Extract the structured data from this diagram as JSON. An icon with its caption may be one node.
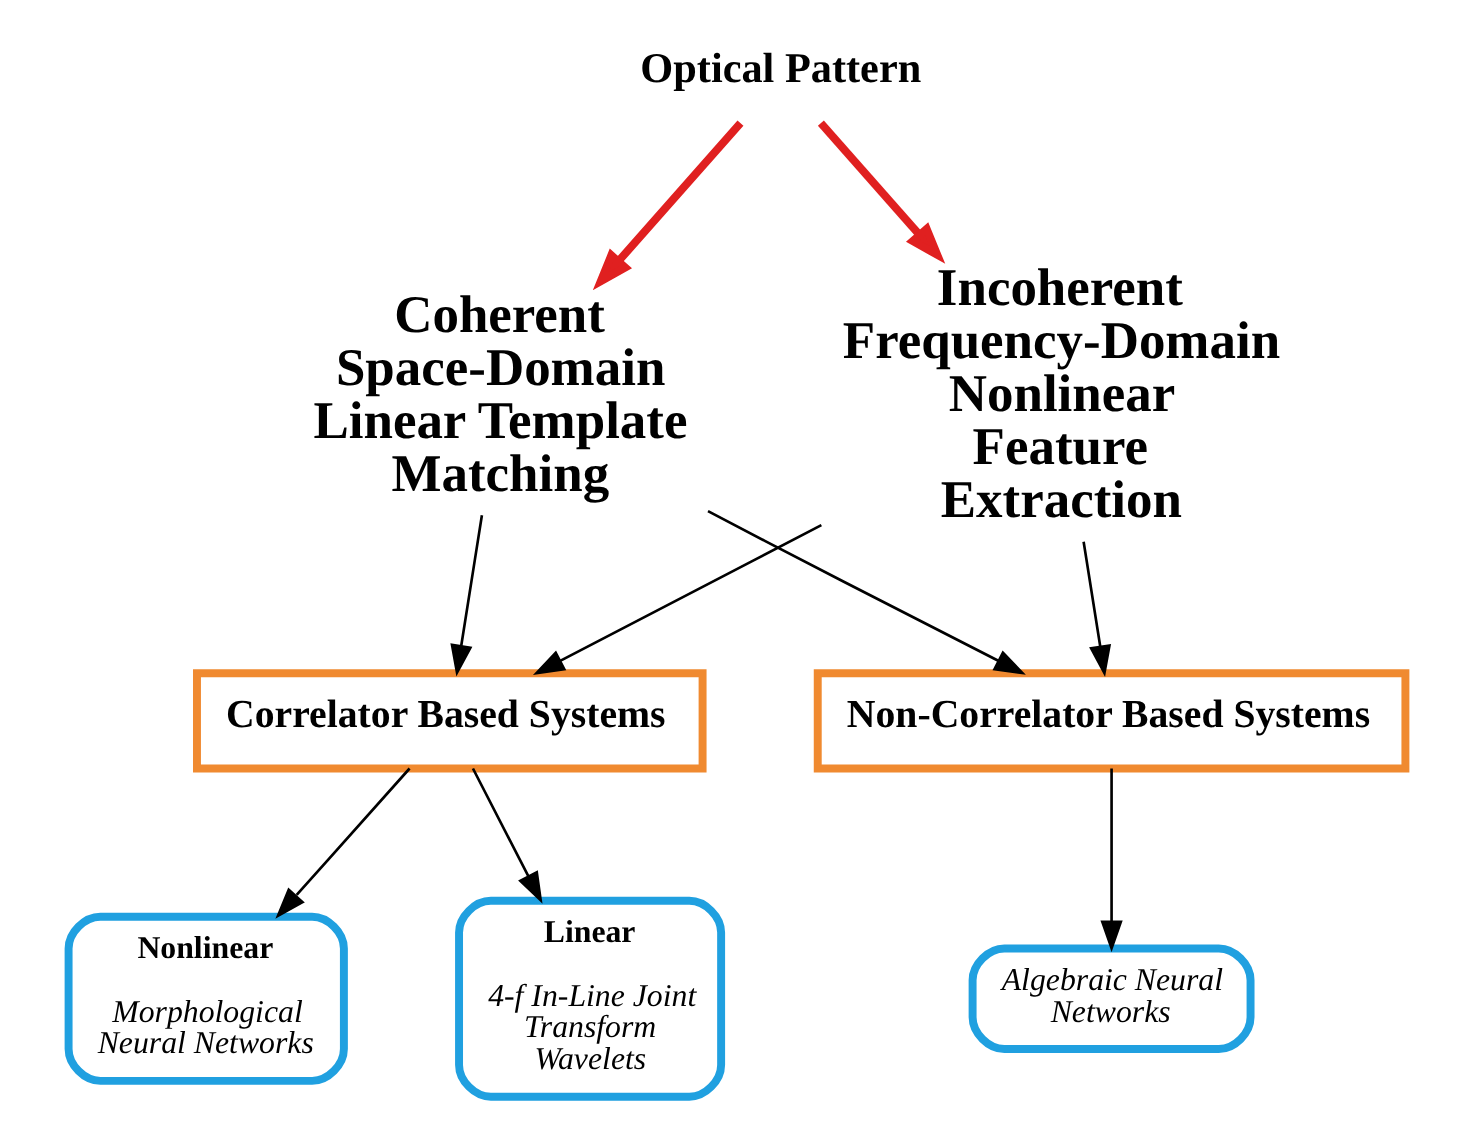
{
  "diagram": {
    "nodes": [
      {
        "text": [
          "Optical Pattern"
        ]
      },
      {
        "text": [
          "Coherent Space-Domain Linear Template Matching"
        ]
      },
      {
        "text": [
          "Incoherent Frequency-Domain Nonlinear Feature Extraction"
        ]
      },
      {
        "text": [
          "Correlator Based Systems"
        ]
      },
      {
        "text": [
          "Non-Correlator Based Systems"
        ]
      },
      {
        "text": [
          "Linear",
          "4-f In-Line Joint Transform Wavelets"
        ]
      },
      {
        "text": [
          "Nonlinear",
          "Morphological Neural Networks"
        ]
      },
      {
        "text": [
          "Algebraic Neural Networks"
        ]
      }
    ],
    "edges": [
      {
        "from": 0,
        "to": 1,
        "arrow": "to",
        "style": "thick",
        "color": "#e02020"
      },
      {
        "from": 0,
        "to": 2,
        "arrow": "to",
        "style": "thick",
        "color": "#e02020"
      },
      {
        "from": 1,
        "to": 3,
        "arrow": "to"
      },
      {
        "from": 1,
        "to": 4,
        "arrow": "to"
      },
      {
        "from": 2,
        "to": 3,
        "arrow": "to"
      },
      {
        "from": 2,
        "to": 4,
        "arrow": "to"
      },
      {
        "from": 3,
        "to": 5,
        "arrow": "to"
      },
      {
        "from": 3,
        "to": 6,
        "arrow": "to"
      },
      {
        "from": 4,
        "to": 7,
        "arrow": "to"
      }
    ]
  }
}
